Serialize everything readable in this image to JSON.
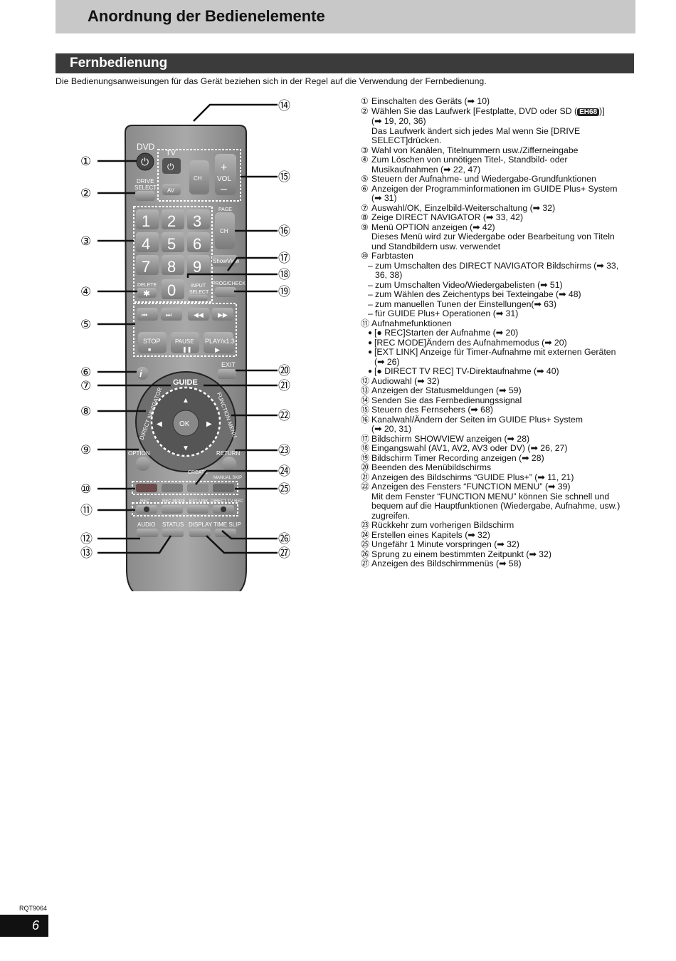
{
  "header": {
    "title": "Anordnung der Bedienelemente"
  },
  "section": {
    "title": "Fernbedienung"
  },
  "intro": "Die Bedienungsanweisungen für das Gerät beziehen sich in der Regel auf die Verwendung der Fernbedienung.",
  "remote": {
    "dvd": "DVD",
    "tv": "TV",
    "drive_select": [
      "DRIVE",
      "SELECT"
    ],
    "av": "AV",
    "ch": "CH",
    "vol": "VOL",
    "page": "PAGE",
    "digits": [
      "1",
      "2",
      "3",
      "4",
      "5",
      "6",
      "7",
      "8",
      "9",
      "0"
    ],
    "showview": "ShowView",
    "delete": "DELETE",
    "input_select": [
      "INPUT",
      "SELECT"
    ],
    "prog_check": "PROG/CHECK",
    "stop": "STOP",
    "pause": "PAUSE",
    "play": "PLAY/x1.3",
    "exit": "EXIT",
    "guide": "GUIDE",
    "direct_navigator": "DIRECT NAVIGATOR",
    "function_menu": "FUNCTION MENU",
    "ok": "OK",
    "option": "OPTION",
    "return": "RETURN",
    "create_chapter": "CREATE",
    "manual_skip": "MANUAL SKIP",
    "rec": "REC",
    "rec_mode": "REC MODE",
    "ext_link": "EXT LINK",
    "direct_tv_rec": "DIRECT TV REC",
    "audio": "AUDIO",
    "status": "STATUS",
    "display": "DISPLAY",
    "time_slip": "TIME SLIP"
  },
  "callouts": [
    "①",
    "②",
    "③",
    "④",
    "⑤",
    "⑥",
    "⑦",
    "⑧",
    "⑨",
    "⑩",
    "⑪",
    "⑫",
    "⑬",
    "⑭",
    "⑮",
    "⑯",
    "⑰",
    "⑱",
    "⑲",
    "⑳",
    "㉑",
    "㉒",
    "㉓",
    "㉔",
    "㉕",
    "㉖",
    "㉗"
  ],
  "legend": {
    "i1": "Einschalten des Geräts (➡ 10)",
    "i2a": "Wählen Sie das Laufwerk [Festplatte, DVD oder SD (",
    "i2_badge": "EH68",
    "i2b": ")]",
    "i2c": "(➡ 19, 20, 36)",
    "i2d": "Das Laufwerk ändert sich jedes Mal wenn Sie [DRIVE",
    "i2e": "SELECT]drücken.",
    "i3": "Wahl von Kanälen, Titelnummern usw./Zifferneingabe",
    "i4a": "Zum Löschen von unnötigen Titel-, Standbild- oder",
    "i4b": "Musikaufnahmen (➡ 22, 47)",
    "i5": "Steuern der Aufnahme- und Wiedergabe-Grundfunktionen",
    "i6a": "Anzeigen der Programminformationen im GUIDE Plus+ System",
    "i6b": "(➡ 31)",
    "i7": "Auswahl/OK, Einzelbild-Weiterschaltung (➡ 32)",
    "i8": "Zeige DIRECT NAVIGATOR (➡ 33, 42)",
    "i9a": "Menü OPTION anzeigen (➡ 42)",
    "i9b": "Dieses Menü wird zur Wiedergabe oder Bearbeitung von Titeln",
    "i9c": "und Standbildern usw. verwendet",
    "i10": "Farbtasten",
    "i10s1a": "zum Umschalten des DIRECT NAVIGATOR Bildschirms (➡ 33,",
    "i10s1b": "36, 38)",
    "i10s2": "zum Umschalten Video/Wiedergabelisten (➡ 51)",
    "i10s3": "zum Wählen des Zeichentyps bei Texteingabe (➡ 48)",
    "i10s4": "zum manuellen Tunen der Einstellungen(➡ 63)",
    "i10s5": "für GUIDE Plus+ Operationen (➡ 31)",
    "i11": "Aufnahmefunktionen",
    "i11b1": "[● REC]Starten der Aufnahme (➡ 20)",
    "i11b2": "[REC MODE]Ändern des Aufnahmemodus (➡ 20)",
    "i11b3a": "[EXT LINK] Anzeige für Timer-Aufnahme mit externen Geräten",
    "i11b3b": "(➡ 26)",
    "i11b4": "[● DIRECT TV REC] TV-Direktaufnahme (➡ 40)",
    "i12": "Audiowahl (➡ 32)",
    "i13": "Anzeigen der Statusmeldungen (➡ 59)",
    "i14": "Senden Sie das Fernbedienungssignal",
    "i15": "Steuern des Fernsehers (➡ 68)",
    "i16a": "Kanalwahl/Ändern der Seiten im GUIDE Plus+ System",
    "i16b": "(➡ 20, 31)",
    "i17": "Bildschirm SHOWVIEW anzeigen (➡ 28)",
    "i18": "Eingangswahl (AV1, AV2, AV3 oder DV) (➡ 26, 27)",
    "i19": "Bildschirm Timer Recording anzeigen (➡ 28)",
    "i20": "Beenden des Menübildschirms",
    "i21": "Anzeigen des Bildschirms “GUIDE Plus+” (➡ 11, 21)",
    "i22a": "Anzeigen des Fensters “FUNCTION MENU” (➡ 39)",
    "i22b": "Mit dem Fenster “FUNCTION MENU” können Sie schnell und",
    "i22c": "bequem auf die Hauptfunktionen (Wiedergabe, Aufnahme, usw.)",
    "i22d": "zugreifen.",
    "i23": "Rückkehr zum vorherigen Bildschirm",
    "i24": "Erstellen eines Kapitels (➡ 32)",
    "i25": "Ungefähr 1 Minute vorspringen (➡ 32)",
    "i26": "Sprung zu einem bestimmten Zeitpunkt (➡ 32)",
    "i27": "Anzeigen des Bildschirmmenüs (➡ 58)"
  },
  "footer": {
    "code": "RQT9064",
    "page": "6"
  }
}
